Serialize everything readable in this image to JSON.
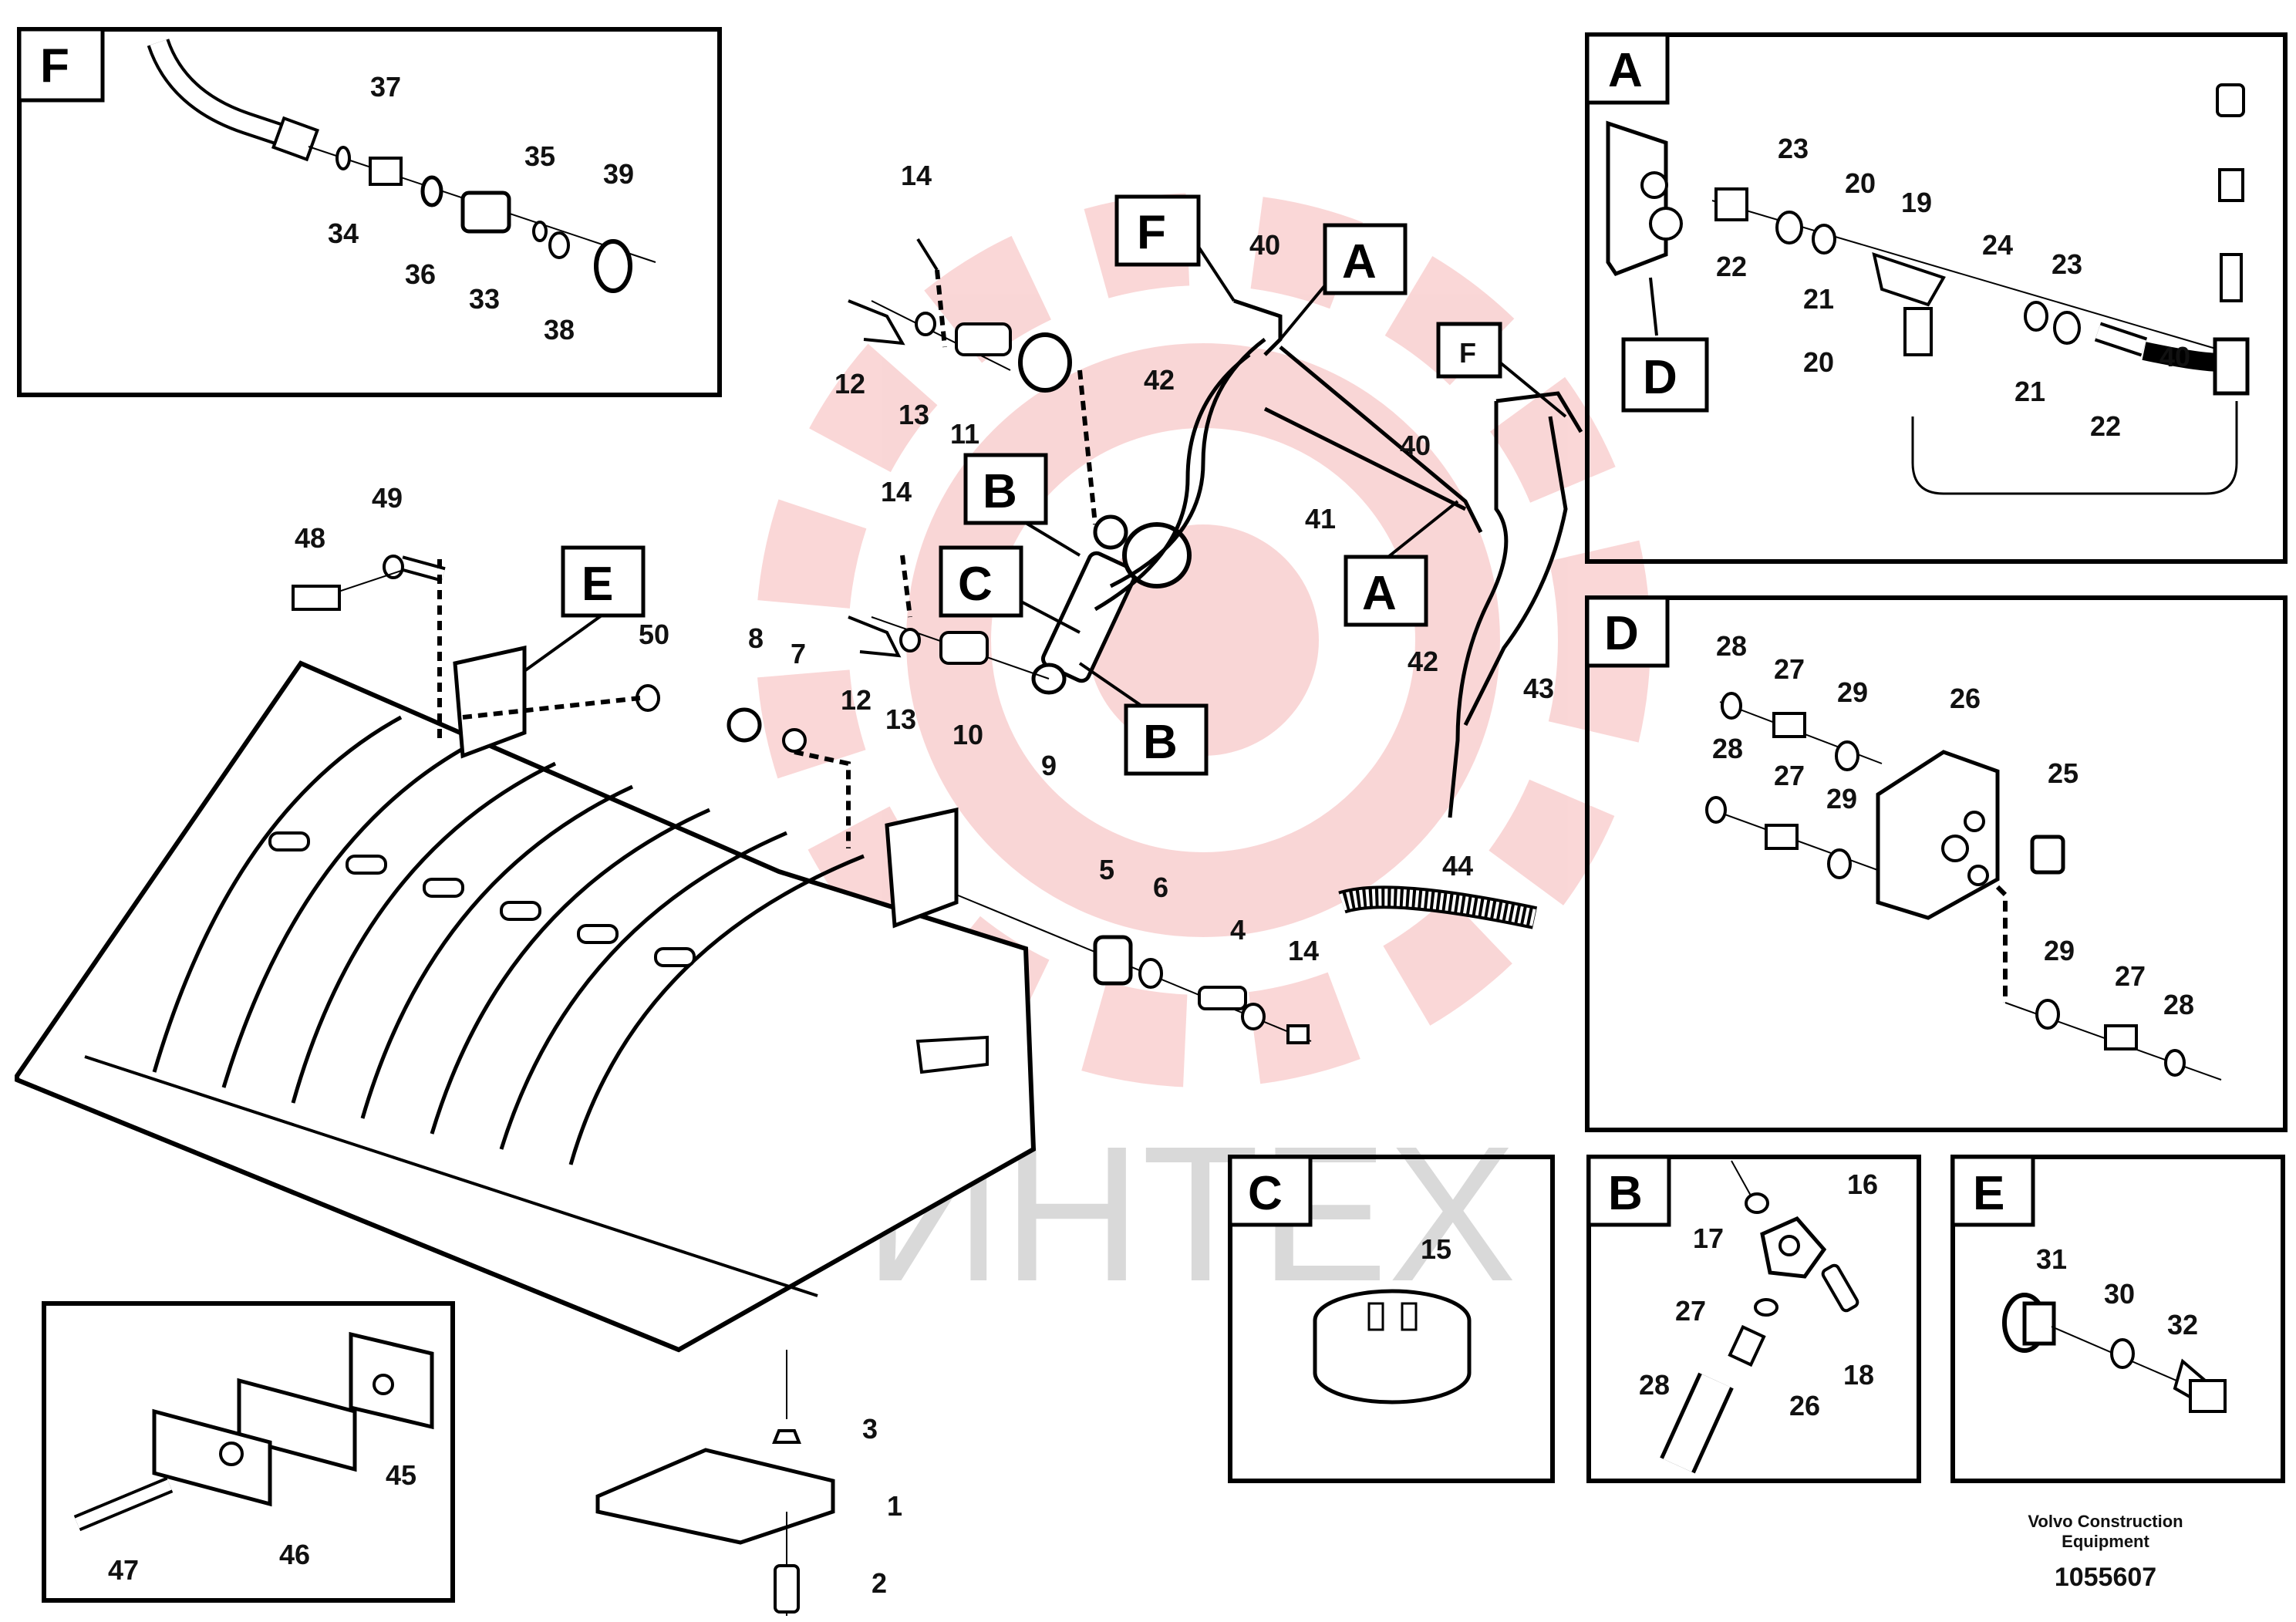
{
  "watermark": {
    "text": "ИНТЕХ",
    "color": "#e8484a"
  },
  "views": {
    "F": {
      "letter": "F",
      "labels": [
        "37",
        "35",
        "39",
        "34",
        "36",
        "33",
        "38"
      ]
    },
    "A": {
      "letter": "A",
      "sub_callout": "D",
      "labels": [
        "23",
        "20",
        "19",
        "22",
        "21",
        "24",
        "23",
        "20",
        "40",
        "21",
        "22"
      ]
    },
    "D": {
      "letter": "D",
      "labels": [
        "28",
        "27",
        "29",
        "26",
        "28",
        "27",
        "29",
        "25",
        "29",
        "27",
        "28"
      ]
    },
    "C": {
      "letter": "C",
      "labels": [
        "15"
      ]
    },
    "B": {
      "letter": "B",
      "labels": [
        "16",
        "17",
        "27",
        "18",
        "28",
        "26"
      ]
    },
    "E": {
      "letter": "E",
      "labels": [
        "31",
        "30",
        "32"
      ]
    },
    "clamp": {
      "labels": [
        "45",
        "47",
        "46"
      ]
    }
  },
  "main": {
    "callouts": [
      "F",
      "A",
      "F",
      "B",
      "C",
      "A",
      "E",
      "B"
    ],
    "labels": [
      "14",
      "12",
      "13",
      "11",
      "40",
      "42",
      "40",
      "41",
      "14",
      "12",
      "13",
      "10",
      "9",
      "48",
      "49",
      "8",
      "7",
      "50",
      "42",
      "43",
      "44",
      "5",
      "6",
      "4",
      "14",
      "3",
      "1",
      "2"
    ]
  },
  "footer": {
    "brand_line1": "Volvo Construction",
    "brand_line2": "Equipment",
    "drawing_number": "1055607"
  }
}
